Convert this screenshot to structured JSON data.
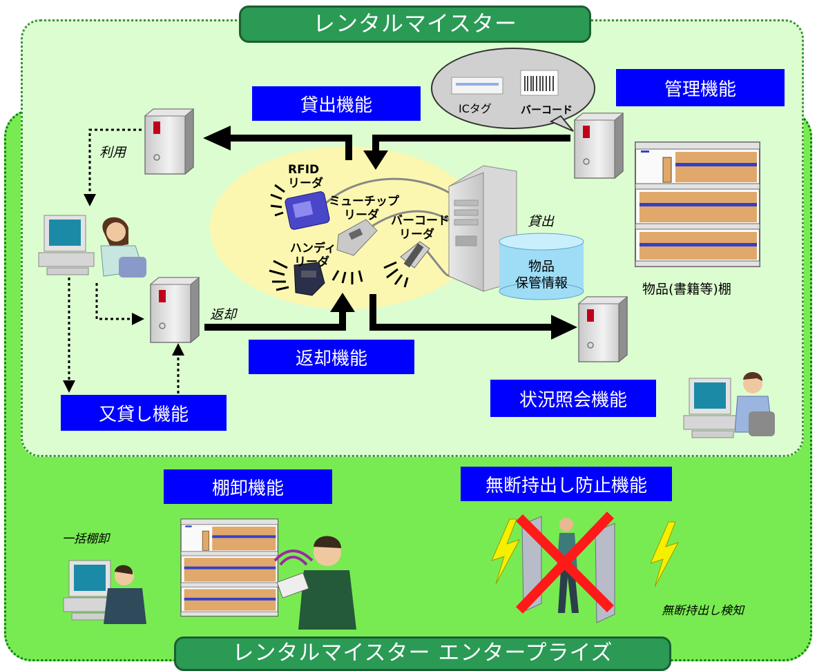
{
  "titles": {
    "rental_meister": "レンタルマイスター",
    "enterprise": "レンタルマイスター エンタープライズ"
  },
  "functions": {
    "lending": "貸出機能",
    "management": "管理機能",
    "returning": "返却機能",
    "sublending": "又貸し機能",
    "status_inquiry": "状況照会機能",
    "inventory": "棚卸機能",
    "antitheft": "無断持出し防止機能"
  },
  "labels": {
    "use": "利用",
    "return": "返却",
    "lend": "貸出",
    "rfid_reader": [
      "RFID",
      "リーダ"
    ],
    "multichip_reader": [
      "ミューチップ",
      "リーダ"
    ],
    "barcode_reader": [
      "バーコード",
      "リーダ"
    ],
    "handy_reader": [
      "ハンディ",
      "リーダ"
    ],
    "ic_tag": "ICタグ",
    "barcode": "バーコード",
    "storage_info": [
      "物品",
      "保管情報"
    ],
    "shelf": "物品(書籍等)棚",
    "bulk_inventory": "一括棚卸",
    "unauthorized_detection": "無断持出し検知"
  },
  "colors": {
    "function_box": "#0000ff",
    "banner": "#2a9a55",
    "outer_region": "#79eb52",
    "inner_region": "#dcfdd0",
    "reader_ellipse": "#fbf7b0",
    "database": "#9fdcf5",
    "cross": "#ff1a1a"
  }
}
